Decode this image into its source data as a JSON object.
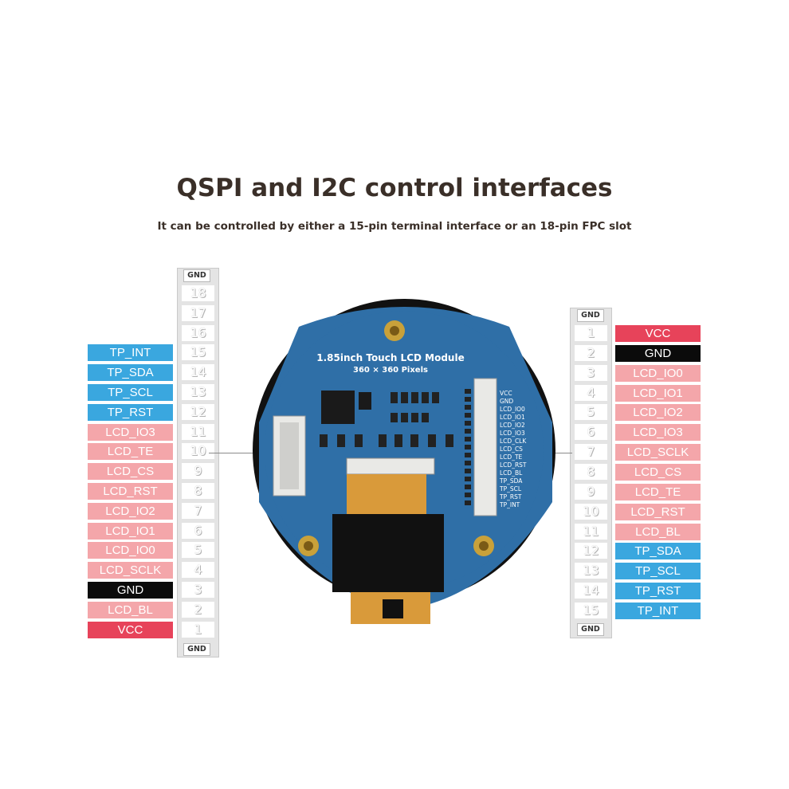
{
  "title": "QSPI and I2C control interfaces",
  "subtitle": "It can be controlled by either a 15-pin terminal interface or an 18-pin FPC slot",
  "left_header": {
    "gnd_top": "GND",
    "gnd_bottom": "GND",
    "pins": [
      {
        "num": "18",
        "signal": "",
        "color": "none"
      },
      {
        "num": "17",
        "signal": "",
        "color": "none"
      },
      {
        "num": "16",
        "signal": "",
        "color": "none"
      },
      {
        "num": "15",
        "signal": "TP_INT",
        "color": "blue"
      },
      {
        "num": "14",
        "signal": "TP_SDA",
        "color": "blue"
      },
      {
        "num": "13",
        "signal": "TP_SCL",
        "color": "blue"
      },
      {
        "num": "12",
        "signal": "TP_RST",
        "color": "blue"
      },
      {
        "num": "11",
        "signal": "LCD_IO3",
        "color": "pink"
      },
      {
        "num": "10",
        "signal": "LCD_TE",
        "color": "pink"
      },
      {
        "num": "9",
        "signal": "LCD_CS",
        "color": "pink"
      },
      {
        "num": "8",
        "signal": "LCD_RST",
        "color": "pink"
      },
      {
        "num": "7",
        "signal": "LCD_IO2",
        "color": "pink"
      },
      {
        "num": "6",
        "signal": "LCD_IO1",
        "color": "pink"
      },
      {
        "num": "5",
        "signal": "LCD_IO0",
        "color": "pink"
      },
      {
        "num": "4",
        "signal": "LCD_SCLK",
        "color": "pink"
      },
      {
        "num": "3",
        "signal": "GND",
        "color": "black"
      },
      {
        "num": "2",
        "signal": "LCD_BL",
        "color": "pink"
      },
      {
        "num": "1",
        "signal": "VCC",
        "color": "red"
      }
    ]
  },
  "right_header": {
    "gnd_top": "GND",
    "gnd_bottom": "GND",
    "pins": [
      {
        "num": "1",
        "signal": "VCC",
        "color": "red"
      },
      {
        "num": "2",
        "signal": "GND",
        "color": "black"
      },
      {
        "num": "3",
        "signal": "LCD_IO0",
        "color": "pink"
      },
      {
        "num": "4",
        "signal": "LCD_IO1",
        "color": "pink"
      },
      {
        "num": "5",
        "signal": "LCD_IO2",
        "color": "pink"
      },
      {
        "num": "6",
        "signal": "LCD_IO3",
        "color": "pink"
      },
      {
        "num": "7",
        "signal": "LCD_SCLK",
        "color": "pink"
      },
      {
        "num": "8",
        "signal": "LCD_CS",
        "color": "pink"
      },
      {
        "num": "9",
        "signal": "LCD_TE",
        "color": "pink"
      },
      {
        "num": "10",
        "signal": "LCD_RST",
        "color": "pink"
      },
      {
        "num": "11",
        "signal": "LCD_BL",
        "color": "pink"
      },
      {
        "num": "12",
        "signal": "TP_SDA",
        "color": "blue"
      },
      {
        "num": "13",
        "signal": "TP_SCL",
        "color": "blue"
      },
      {
        "num": "14",
        "signal": "TP_RST",
        "color": "blue"
      },
      {
        "num": "15",
        "signal": "TP_INT",
        "color": "blue"
      }
    ]
  },
  "board": {
    "module_name": "1.85inch Touch LCD Module",
    "resolution": "360 × 360 Pixels",
    "silkscreen_pins": [
      "VCC",
      "GND",
      "LCD_IO0",
      "LCD_IO1",
      "LCD_IO2",
      "LCD_IO3",
      "LCD_CLK",
      "LCD_CS",
      "LCD_TE",
      "LCD_RST",
      "LCD_BL",
      "TP_SDA",
      "TP_SCL",
      "TP_RST",
      "TP_INT"
    ],
    "colors": {
      "pcb": "#2f6fa7",
      "bezel": "#111111",
      "connector": "#e9e9e6",
      "flex": "#d99a3a",
      "gold": "#c9a13a"
    }
  },
  "colors": {
    "blue": "#3aa7df",
    "pink": "#f4a6aa",
    "red": "#e7435a",
    "black": "#0b0b0b",
    "title": "#3a2f28"
  }
}
